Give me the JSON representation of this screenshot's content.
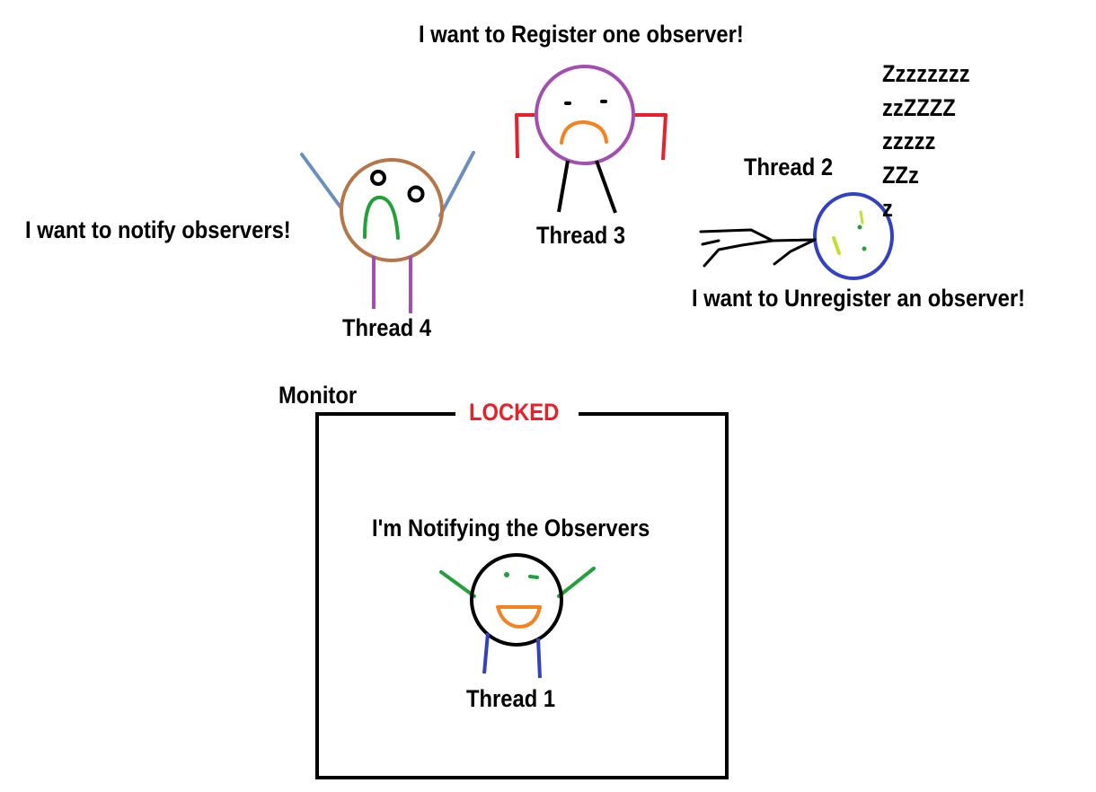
{
  "labels": {
    "thread3_speech": "I want to Register one observer!",
    "thread3_name": "Thread 3",
    "thread4_speech": "I want to notify observers!",
    "thread4_name": "Thread 4",
    "thread2_name": "Thread 2",
    "thread2_speech": "I want to Unregister an observer!",
    "monitor": "Monitor",
    "locked": "LOCKED",
    "thread1_speech": "I'm Notifying the Observers",
    "thread1_name": "Thread 1"
  },
  "snore": [
    "Zzzzzzzz",
    "zzZZZZ",
    "zzzzz",
    "ZZz",
    "z"
  ],
  "colors": {
    "locked": "#e8202a",
    "thread4_head": "#b5774a",
    "thread4_arms": "#6c8ebf",
    "thread4_legs": "#a24fb0",
    "thread4_mouth": "#22a03a",
    "thread3_head": "#a24fb0",
    "thread3_arms": "#e8202a",
    "thread3_mouth": "#f58220",
    "thread2_head": "#3340c4",
    "thread2_mark": "#c5df30",
    "thread2_eyes": "#22a03a",
    "thread1_head": "#000000",
    "thread1_arms": "#22a03a",
    "thread1_legs": "#3340c4",
    "thread1_mouth": "#f58220"
  }
}
